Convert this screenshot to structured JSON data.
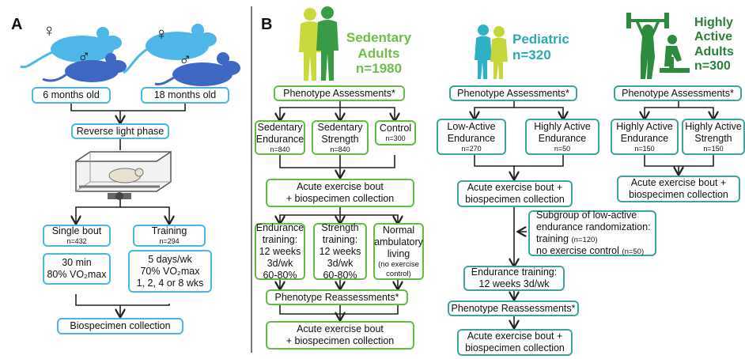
{
  "panel_a": {
    "label": "A",
    "age_young": "6 months old",
    "age_old": "18 months old",
    "reverse_light": "Reverse light phase",
    "single_bout": {
      "title": "Single bout",
      "n": "n=432"
    },
    "training": {
      "title": "Training",
      "n": "n=294"
    },
    "single_detail": [
      "30 min",
      "80% VO₂max"
    ],
    "training_detail": [
      "5 days/wk",
      "70% VO₂max",
      "1, 2, 4 or 8 wks"
    ],
    "biospecimen": "Biospecimen collection",
    "female_symbol": "♀",
    "male_symbol": "♂"
  },
  "panel_b": {
    "label": "B",
    "sedentary": {
      "title": [
        "Sedentary",
        "Adults",
        "n=1980"
      ],
      "phenotype": "Phenotype Assessments*",
      "endurance": {
        "title": [
          "Sedentary",
          "Endurance"
        ],
        "n": "n=840"
      },
      "strength": {
        "title": [
          "Sedentary",
          "Strength"
        ],
        "n": "n=840"
      },
      "control": {
        "title": [
          "Control"
        ],
        "n": "n=300"
      },
      "acute": [
        "Acute exercise bout",
        "+ biospecimen collection"
      ],
      "endurance_training": [
        "Endurance",
        "training:",
        "12 weeks",
        "3d/wk",
        "60-80%"
      ],
      "strength_training": [
        "Strength",
        "training:",
        "12 weeks",
        "3d/wk",
        "60-80%"
      ],
      "normal_living": [
        "Normal",
        "ambulatory",
        "living"
      ],
      "normal_note": [
        "(no exercise",
        "control)"
      ],
      "reassess": "Phenotype Reassessments*",
      "acute2": [
        "Acute exercise bout",
        "+ biospecimen collection"
      ]
    },
    "pediatric": {
      "title": [
        "Pediatric",
        "n=320"
      ],
      "phenotype": "Phenotype Assessments*",
      "low_active": {
        "title": [
          "Low-Active",
          "Endurance"
        ],
        "n": "n=270"
      },
      "highly_active": {
        "title": [
          "Highly Active",
          "Endurance"
        ],
        "n": "n=50"
      },
      "acute": [
        "Acute exercise bout +",
        "biospecimen collection"
      ],
      "subgroup": [
        "Subgroup of low-active",
        "endurance randomization:"
      ],
      "subgroup_training": "training",
      "subgroup_training_n": "(n=120)",
      "subgroup_control": "no exercise control",
      "subgroup_control_n": "(n=50)",
      "endurance_training": [
        "Endurance training:",
        "12 weeks 3d/wk"
      ],
      "reassess": "Phenotype Reassessments*",
      "acute2": [
        "Acute exercise bout +",
        "biospecimen collection"
      ]
    },
    "highly_active": {
      "title": [
        "Highly",
        "Active",
        "Adults",
        "n=300"
      ],
      "phenotype": "Phenotype Assessments*",
      "endurance": {
        "title": [
          "Highly Active",
          "Endurance"
        ],
        "n": "n=150"
      },
      "strength": {
        "title": [
          "Highly Active",
          "Strength"
        ],
        "n": "n=150"
      },
      "acute": [
        "Acute exercise bout +",
        "biospecimen collection"
      ]
    }
  },
  "colors": {
    "blue": "#49b7e6",
    "green": "#5fbf3f",
    "teal": "#3aa69a",
    "dark_green": "#2a7f3a",
    "mouse_light": "#4fb6e8",
    "mouse_dark": "#3f67c4"
  }
}
